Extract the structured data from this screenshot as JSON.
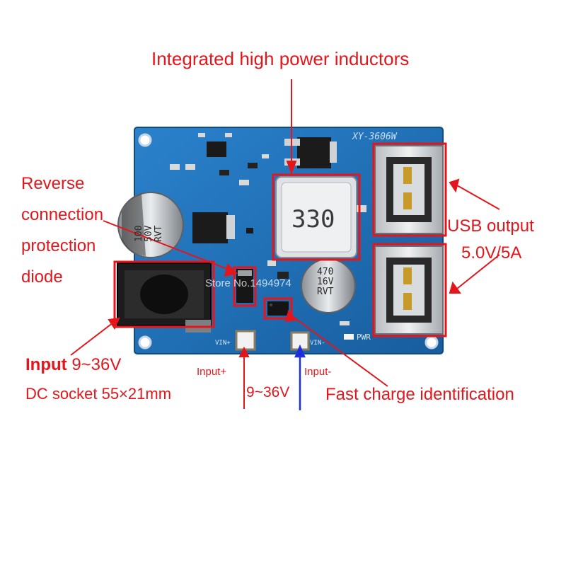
{
  "annotations": {
    "inductors": "Integrated high power inductors",
    "reverse_line1": "Reverse",
    "reverse_line2": "connection",
    "reverse_line3": "protection",
    "reverse_line4": "diode",
    "usb_output_line1": "USB output",
    "usb_output_line2": "5.0V/5A",
    "input_prefix": "Input",
    "input_range": "9~36V",
    "dc_socket": "DC socket 55×21mm",
    "input_plus": "Input+",
    "input_minus": "Input-",
    "pad_voltage": "9~36V",
    "fast_charge": "Fast charge identification"
  },
  "board": {
    "model": "XY-3606W",
    "inductor_marking": "330",
    "cap_left_line1": "100",
    "cap_left_line2": "50V",
    "cap_left_line3": "RVT",
    "cap_right_line1": "470",
    "cap_right_line2": "16V",
    "cap_right_line3": "RVT",
    "pad_plus": "VIN+",
    "pad_minus": "VIN-",
    "pwr_label": "PWR",
    "watermark": "Store No.1494974"
  },
  "colors": {
    "pcb": "#1f6fb8",
    "annotation": "#e4161b",
    "input_minus_arrow": "#1e2fe0"
  }
}
